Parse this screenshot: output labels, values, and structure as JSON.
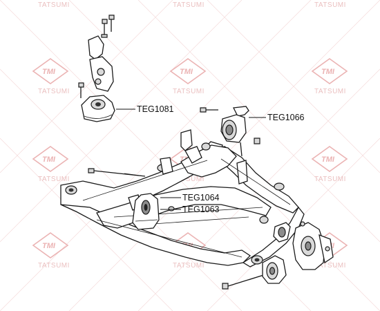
{
  "watermark": {
    "logo_text": "TMI",
    "brand_text": "TATSUMI",
    "color": "#e8a6a6"
  },
  "callouts": [
    {
      "part_number": "TEG1081"
    },
    {
      "part_number": "TEG1066"
    },
    {
      "part_number": "TEG1064"
    },
    {
      "part_number": "TEG1063"
    }
  ]
}
